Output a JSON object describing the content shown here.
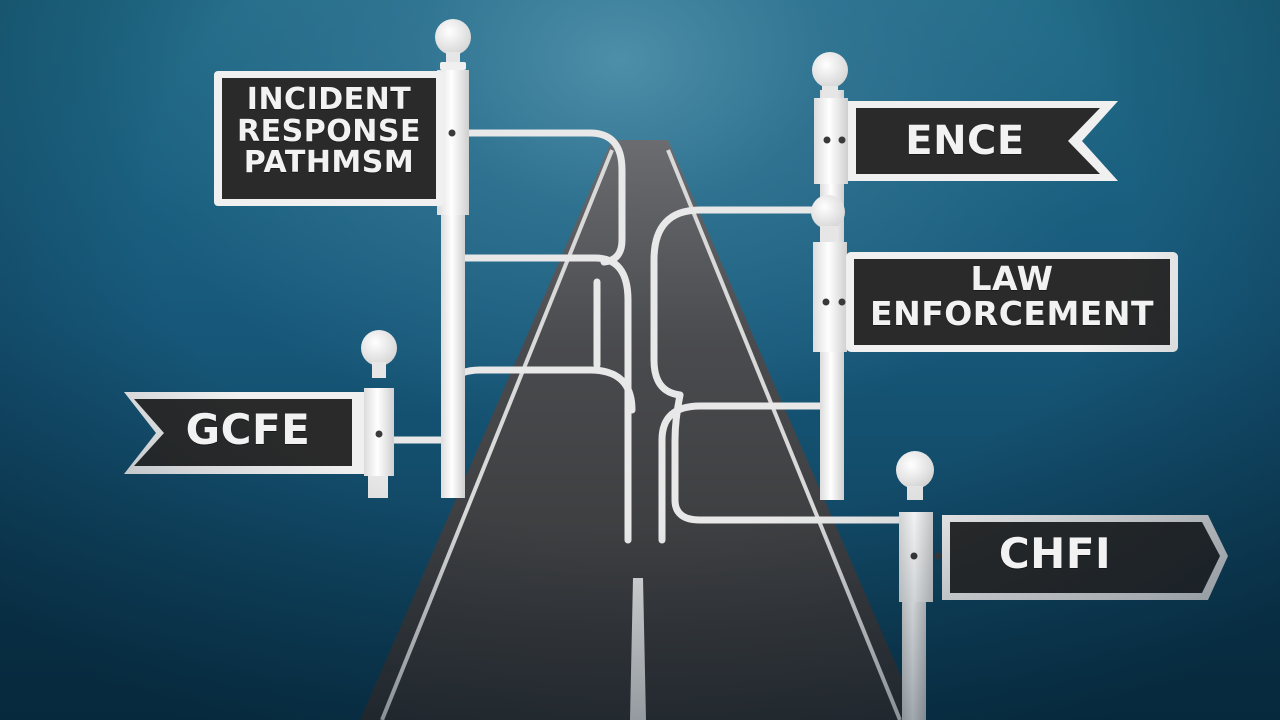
{
  "scene": {
    "description": "Road with forking signpost directions for digital forensics career paths",
    "colors": {
      "background_top": "#4d8ea8",
      "background_mid": "#17587a",
      "background_bottom": "#0c3a52",
      "road": "#3a3b3d",
      "road_lines": "#d9d9d9",
      "sign_board": "#2a2a2a",
      "sign_frame": "#f0f0f0",
      "post": "#f2f2f2",
      "sign_text": "#f2f2f2"
    }
  },
  "signs": [
    {
      "id": "incident-response",
      "lines": [
        "INCIDENT",
        "RESPONSE",
        "PATHMSM"
      ],
      "direction": "left",
      "shape": "rectangle"
    },
    {
      "id": "ence",
      "label": "ENCE",
      "direction": "right",
      "shape": "notched-flag"
    },
    {
      "id": "law-enforcement",
      "lines": [
        "LAW",
        "ENFORCEMENT"
      ],
      "direction": "right",
      "shape": "rectangle"
    },
    {
      "id": "gcfe",
      "label": "GCFE",
      "direction": "left",
      "shape": "notched-flag"
    },
    {
      "id": "chfi",
      "label": "CHFI",
      "direction": "right",
      "shape": "arrow"
    }
  ]
}
